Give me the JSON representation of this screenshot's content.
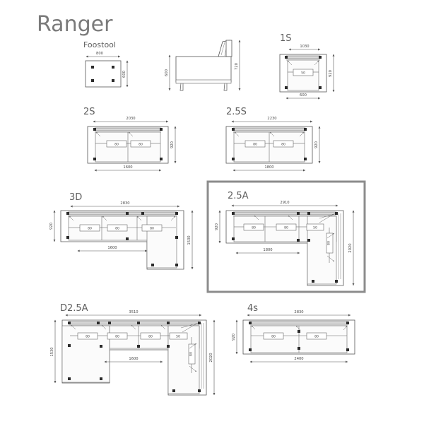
{
  "page": {
    "title": "Ranger",
    "title_color": "#7a7a7a",
    "background": "#ffffff",
    "line_color": "#555555",
    "foot_color": "#2b2b2b",
    "back_cushion_color": "#d8d8d8",
    "highlight_color": "#8c8c8c"
  },
  "models": [
    {
      "id": "footstool",
      "name": "Foostool",
      "width": "800",
      "depth": "600",
      "feet": 4,
      "cushions": []
    },
    {
      "id": "side-elevation",
      "name": "",
      "height_seat": "600",
      "height_back": "720",
      "cushions": []
    },
    {
      "id": "1s",
      "name": "1S",
      "width": "1030",
      "depth": "920",
      "seat_width": "600",
      "cushions": [
        "50"
      ]
    },
    {
      "id": "2s",
      "name": "2S",
      "width": "2030",
      "depth": "920",
      "seat_width": "1600",
      "cushions": [
        "80",
        "80"
      ]
    },
    {
      "id": "2.5s",
      "name": "2.5S",
      "width": "2230",
      "depth": "920",
      "seat_width": "1800",
      "cushions": [
        "80",
        "80"
      ]
    },
    {
      "id": "3d",
      "name": "3D",
      "width": "2830",
      "depth": "920",
      "depth_chaise": "1530",
      "seat_width": "1600",
      "cushions": [
        "80",
        "80",
        "80"
      ]
    },
    {
      "id": "2.5a",
      "name": "2.5A",
      "width": "2910",
      "depth": "920",
      "depth_total": "2020",
      "seat_width": "1800",
      "cushions": [
        "80",
        "80",
        "50"
      ],
      "corner_cushion": "80",
      "highlighted": true
    },
    {
      "id": "d2.5a",
      "name": "D2.5A",
      "width": "3510",
      "depth_left": "1530",
      "depth_right": "2020",
      "seat_width": "1600",
      "cushions": [
        "80",
        "80",
        "80",
        "50"
      ],
      "corner_cushion": "80"
    },
    {
      "id": "4s",
      "name": "4s",
      "width": "2830",
      "depth": "920",
      "seat_width": "2400",
      "cushions": [
        "80",
        "80"
      ]
    }
  ]
}
